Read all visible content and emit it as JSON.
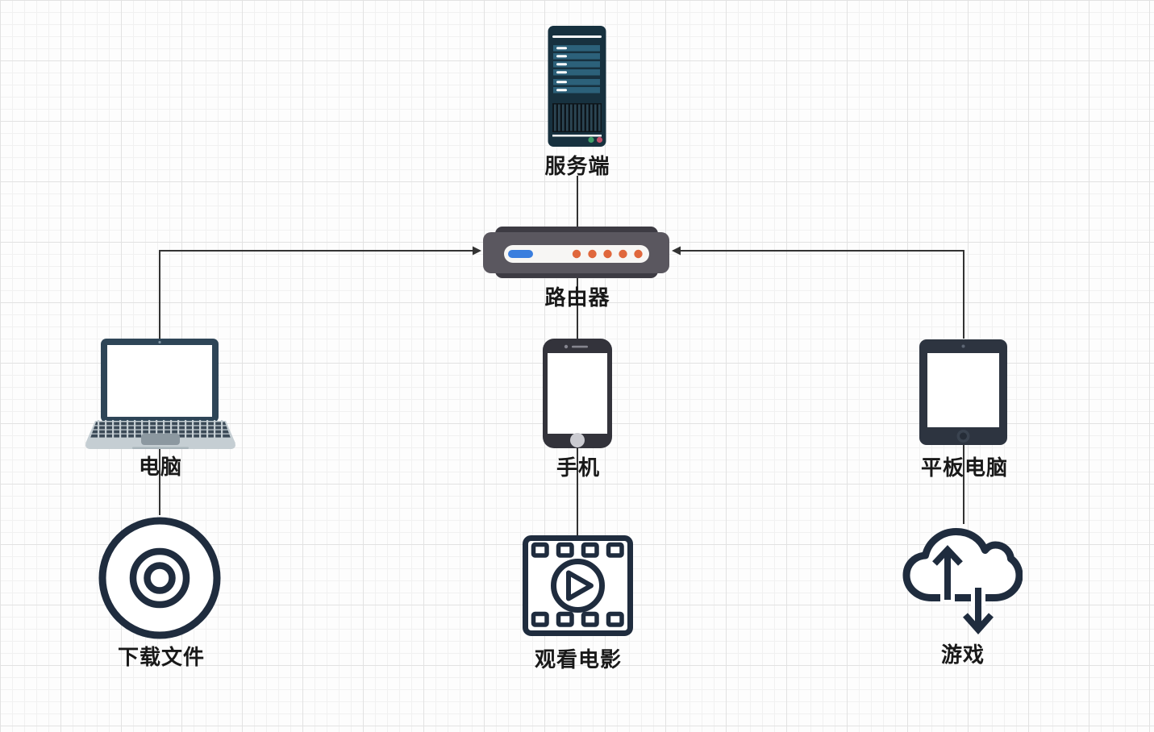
{
  "diagram": {
    "background": "grid-paper",
    "nodes": {
      "server": {
        "label": "服务端",
        "icon": "server-icon"
      },
      "router": {
        "label": "路由器",
        "icon": "router-icon"
      },
      "laptop": {
        "label": "电脑",
        "icon": "laptop-icon"
      },
      "phone": {
        "label": "手机",
        "icon": "smartphone-icon"
      },
      "tablet": {
        "label": "平板电脑",
        "icon": "tablet-icon"
      },
      "download": {
        "label": "下载文件",
        "icon": "cd-disc-icon"
      },
      "movie": {
        "label": "观看电影",
        "icon": "film-play-icon"
      },
      "game": {
        "label": "游戏",
        "icon": "cloud-transfer-icon"
      }
    },
    "edges": [
      {
        "from": "server",
        "to": "router",
        "arrowhead": false
      },
      {
        "from": "laptop",
        "to": "router",
        "arrowhead": true
      },
      {
        "from": "tablet",
        "to": "router",
        "arrowhead": true
      },
      {
        "from": "router",
        "to": "phone",
        "arrowhead": false
      },
      {
        "from": "laptop",
        "to": "download",
        "arrowhead": false
      },
      {
        "from": "phone",
        "to": "movie",
        "arrowhead": false
      },
      {
        "from": "tablet",
        "to": "game",
        "arrowhead": false
      }
    ],
    "colors": {
      "outline_navy": "#1f2c3e",
      "server_body": "#17313f",
      "server_bar": "#2c617a",
      "router_body": "#5a575f",
      "router_back": "#3d3b43",
      "router_panel": "#f7f6f4",
      "router_led_blue": "#3a7ede",
      "router_led_orange": "#e0673c",
      "laptop_bezel": "#2e4557",
      "laptop_base": "#c5ced3",
      "phone_body": "#33333b",
      "tablet_body": "#2d3440",
      "status_green": "#3f9e68",
      "status_red": "#c25069",
      "connector_line": "#333333",
      "label_text": "#191919"
    }
  }
}
